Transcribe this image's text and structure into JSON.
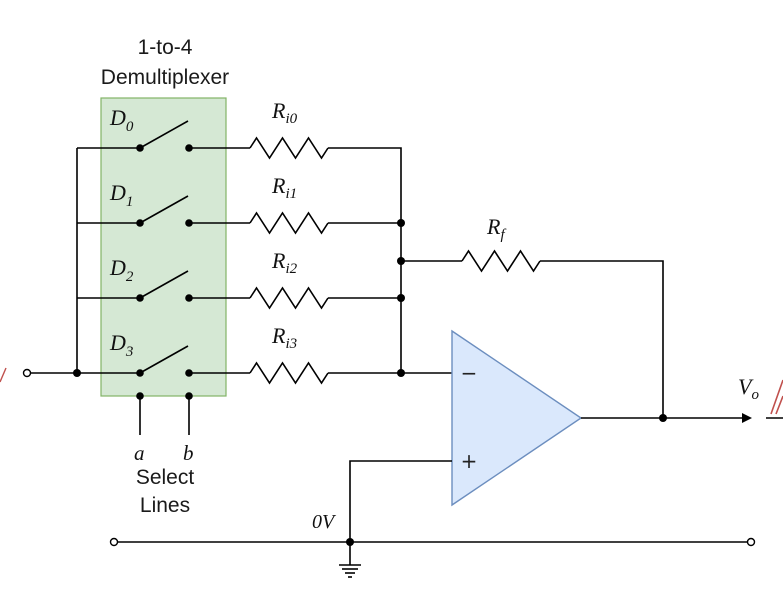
{
  "demux": {
    "title_line1": "1-to-4",
    "title_line2": "Demultiplexer",
    "outputs": [
      {
        "label": "D",
        "sub": "0"
      },
      {
        "label": "D",
        "sub": "1"
      },
      {
        "label": "D",
        "sub": "2"
      },
      {
        "label": "D",
        "sub": "3"
      }
    ],
    "fill_color": "#d5e8d4",
    "border_color": "#82b366"
  },
  "resistors": [
    {
      "label": "R",
      "sub": "i0"
    },
    {
      "label": "R",
      "sub": "i1"
    },
    {
      "label": "R",
      "sub": "i2"
    },
    {
      "label": "R",
      "sub": "i3"
    }
  ],
  "feedback_resistor": {
    "label": "R",
    "sub": "f"
  },
  "select": {
    "a": "a",
    "b": "b",
    "caption_line1": "Select",
    "caption_line2": "Lines"
  },
  "opamp": {
    "minus": "−",
    "plus": "+",
    "fill_color": "#dae8fc",
    "border_color": "#6c8ebf"
  },
  "ground_label": "0V",
  "output": {
    "label": "V",
    "sub": "o"
  }
}
